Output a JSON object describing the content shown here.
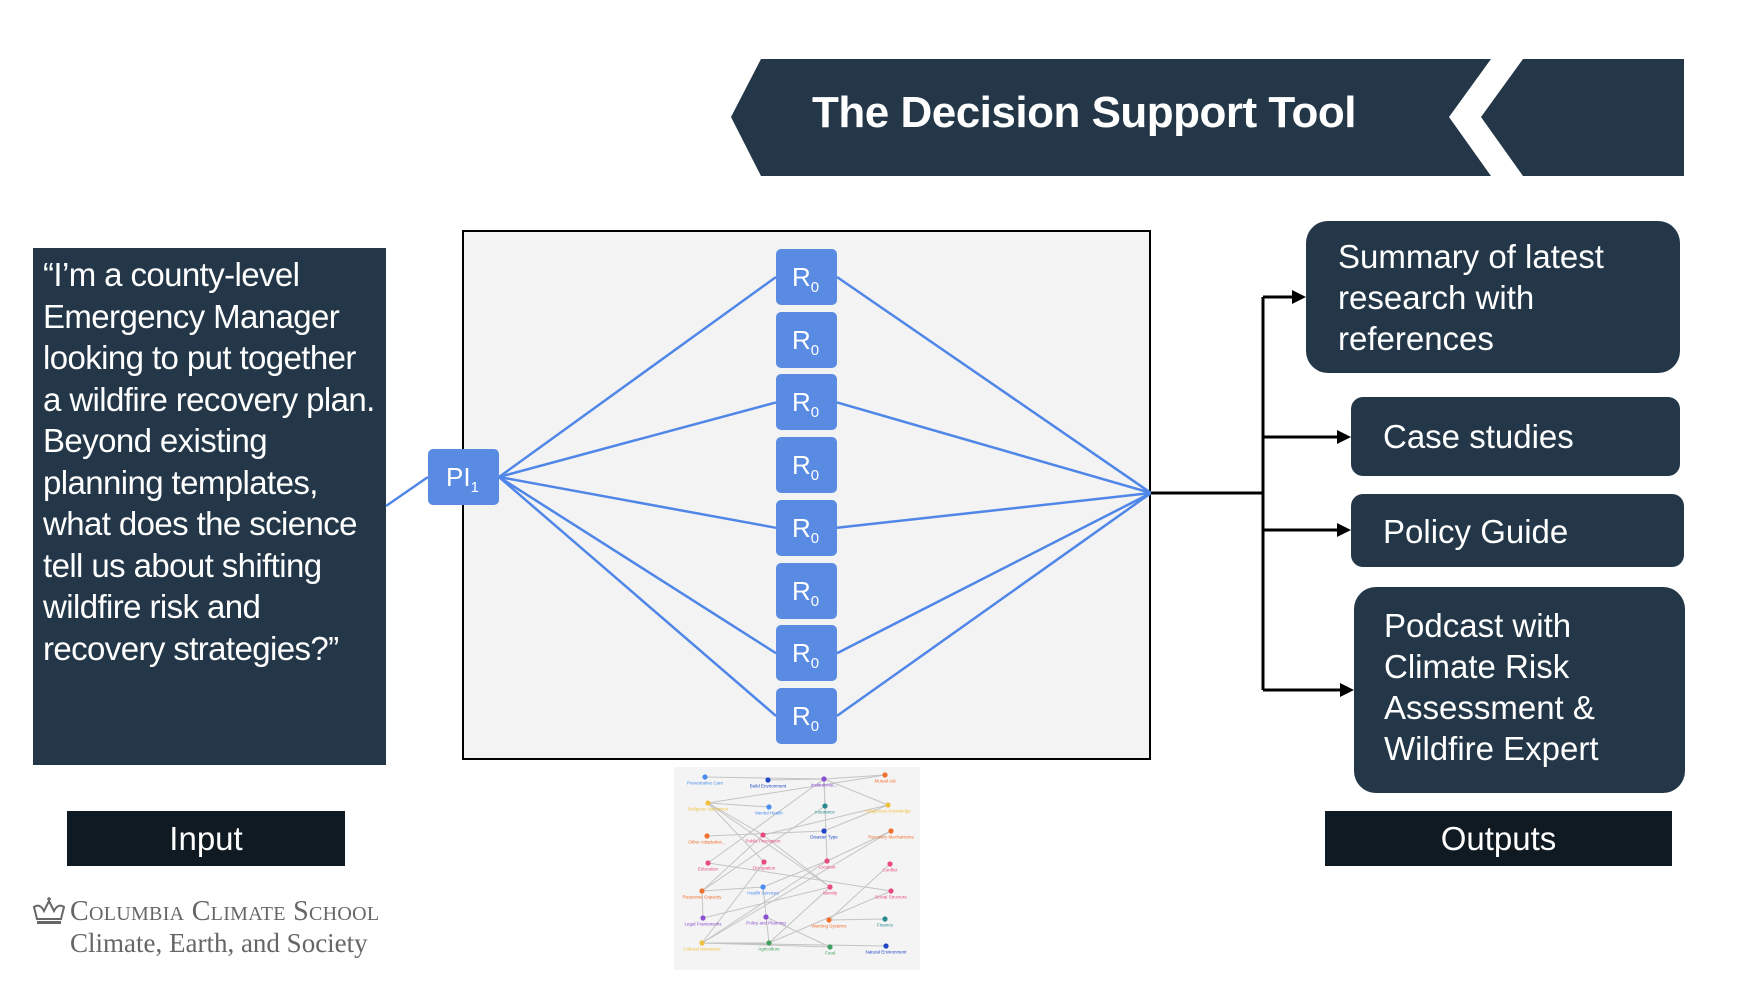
{
  "header": {
    "title": "The Decision Support Tool"
  },
  "input": {
    "text": "“I’m a county-level Emergency Manager looking to put together a wildfire recovery plan. Beyond existing planning templates, what does the science tell us about shifting wildfire risk and recovery strategies?”",
    "label": "Input"
  },
  "process": {
    "prompt_node": {
      "main": "PI",
      "sub": "1"
    },
    "research_nodes": [
      {
        "main": "R",
        "sub": "0"
      },
      {
        "main": "R",
        "sub": "0"
      },
      {
        "main": "R",
        "sub": "0"
      },
      {
        "main": "R",
        "sub": "0"
      },
      {
        "main": "R",
        "sub": "0"
      },
      {
        "main": "R",
        "sub": "0"
      },
      {
        "main": "R",
        "sub": "0"
      },
      {
        "main": "R",
        "sub": "0"
      }
    ]
  },
  "outputs": {
    "items": [
      "Summary of latest research with references",
      "Case studies",
      "Policy Guide",
      "Podcast with Climate Risk Assessment & Wildfire Expert"
    ],
    "label": "Outputs"
  },
  "network_graph": {
    "nodes": [
      "Preventative Care",
      "Build Environment",
      "Institutional...",
      "Mutual Aid",
      "Religious Narratives",
      "Mental Health",
      "Insurance",
      "Indigenous Knowledge",
      "Other Adaptation...",
      "Public Perception",
      "Disaster Type",
      "Recovery Mechanisms",
      "Education",
      "Occupation",
      "Location",
      "Conflict",
      "Response Capacity",
      "Health Services",
      "Identity",
      "Social Structure",
      "Legal Frameworks",
      "Policy and Planning",
      "Warning Systems",
      "Finance",
      "Cultural Narratives",
      "Agriculture",
      "Food",
      "Natural Environment"
    ]
  },
  "logo": {
    "line1": "Columbia Climate School",
    "line2": "Climate, Earth, and Society"
  },
  "colors": {
    "navy": "#233748",
    "label_dark": "#0f1a22",
    "node_blue": "#5a8be3",
    "line_blue": "#4f86e8"
  }
}
